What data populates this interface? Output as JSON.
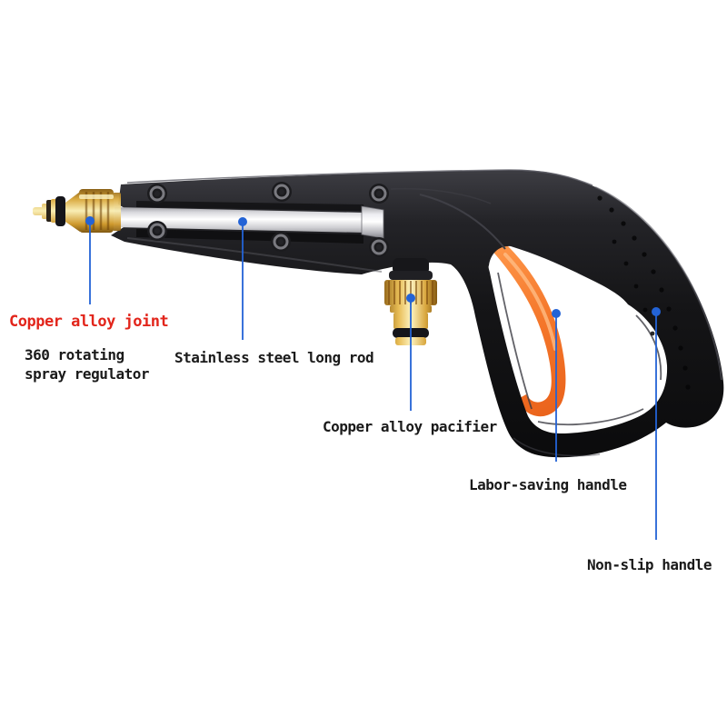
{
  "page": {
    "type": "product-parts-diagram",
    "background": "#ffffff",
    "subject": "high-pressure washer spray gun"
  },
  "colors": {
    "callout_blue": "#2363d6",
    "emphasis_red": "#e2251b",
    "label_black": "#1a1a1a",
    "gun_black": "#141416",
    "trigger_orange": "#f4762a",
    "brass_gold": "#dfaf45",
    "rod_silver": "#e9e9ed"
  },
  "annotations": [
    {
      "id": "copper-alloy-joint",
      "text": "Copper alloy joint",
      "emphasis": true
    },
    {
      "id": "spray-regulator",
      "text": "360 rotating\nspray regulator",
      "emphasis": false
    },
    {
      "id": "stainless-steel-rod",
      "text": "Stainless steel long rod",
      "emphasis": false
    },
    {
      "id": "copper-alloy-pacifier",
      "text": "Copper alloy pacifier",
      "emphasis": false
    },
    {
      "id": "labor-saving-handle",
      "text": "Labor-saving handle",
      "emphasis": false
    },
    {
      "id": "non-slip-handle",
      "text": "Non-slip handle",
      "emphasis": false
    }
  ]
}
